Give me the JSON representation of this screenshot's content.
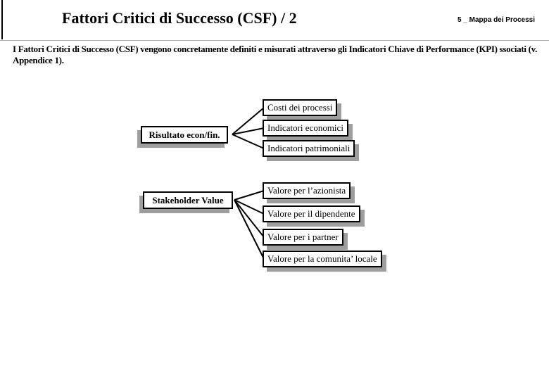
{
  "header": {
    "title": "Fattori Critici di Successo (CSF) / 2",
    "corner_label": "5 _ Mappa dei Processi"
  },
  "intro": {
    "text": "I Fattori Critici di Successo (CSF) vengono concretamente definiti e misurati attraverso gli Indicatori Chiave di Performance (KPI) ssociati (v. Appendice 1)."
  },
  "diagram": {
    "groups": [
      {
        "parent": "Risultato econ/fin.",
        "children": [
          "Costi dei processi",
          "Indicatori economici",
          "Indicatori patrimoniali"
        ]
      },
      {
        "parent": "Stakeholder Value",
        "children": [
          "Valore per l’azionista",
          "Valore per il dipendente",
          "Valore per i partner",
          "Valore per la comunita’ locale"
        ]
      }
    ]
  },
  "colors": {
    "box_border": "#000000",
    "box_shadow": "#9e9e9e",
    "divider": "#b0b0b0",
    "text": "#000000",
    "background": "#ffffff"
  }
}
